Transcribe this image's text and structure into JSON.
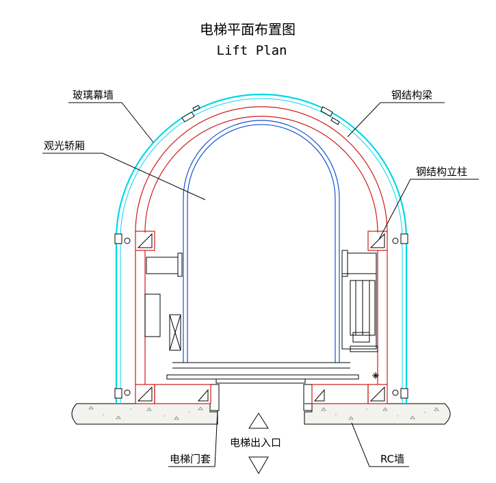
{
  "title": {
    "cn": "电梯平面布置图",
    "en": "Lift Plan"
  },
  "labels": {
    "glass_curtain_wall": "玻璃幕墙",
    "sightseeing_car": "观光轿厢",
    "steel_beam": "钢结构梁",
    "steel_column": "钢结构立柱",
    "entrance": "电梯出入口",
    "door_frame": "电梯门套",
    "rc_wall": "RC墙"
  },
  "colors": {
    "glass": "#00d8e8",
    "steel": "#d01818",
    "cab": "#1050d0",
    "line": "#000000"
  }
}
